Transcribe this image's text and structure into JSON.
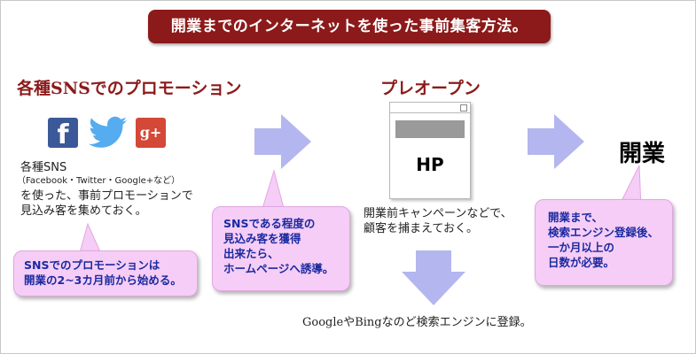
{
  "title": "開業までのインターネットを使った事前集客方法。",
  "sns": {
    "heading": "各種SNSでのプロモーション",
    "fb_glyph": "f",
    "gplus_glyph": "g+",
    "line1": "各種SNS",
    "line2": "（Facebook・Twitter・Google+など）",
    "line3": "を使った、事前プロモーションで",
    "line4": "見込み客を集めておく。",
    "bubble": [
      "SNSでのプロモーションは",
      "開業の2~3カ月前から始める。"
    ]
  },
  "middle_bubble": [
    "SNSである程度の",
    "見込み客を獲得",
    "出来たら、",
    "ホームページへ誘導。"
  ],
  "preopen": {
    "heading": "プレオープン",
    "hp_label": "HP",
    "line1": "開業前キャンペーンなどで、",
    "line2": "顧客を捕まえておく。",
    "bottom": "GoogleやBingなのど検索エンジンに登録。"
  },
  "open": {
    "heading": "開業",
    "bubble": [
      "開業まで、",
      "検索エンジン登録後、",
      "一か月以上の",
      "日数が必要。"
    ]
  },
  "colors": {
    "banner": "#8c1a1a",
    "heading": "#8c1a1a",
    "bubble": "#f6cdf6",
    "bubble_text": "#1a2aa0",
    "arrow": "#b4b6ef",
    "facebook": "#3b5998",
    "twitter": "#55acee",
    "googleplus": "#d34836"
  }
}
